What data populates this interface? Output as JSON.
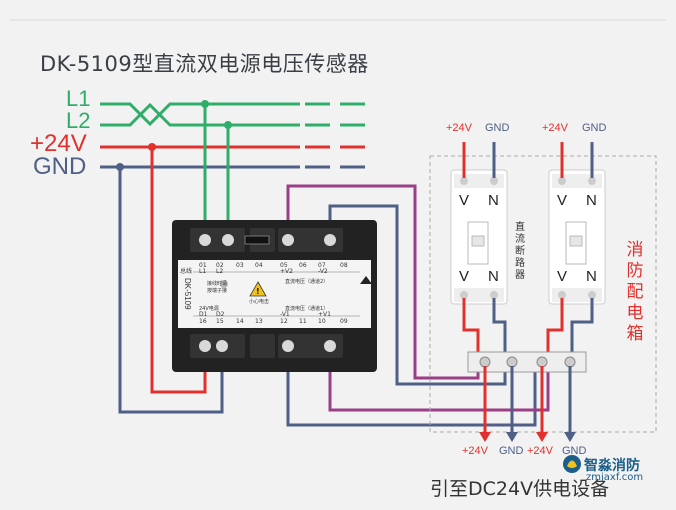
{
  "title": "DK-5109型直流双电源电压传感器",
  "bus_labels": {
    "l1": "L1",
    "l2": "L2",
    "pos24": "+24V",
    "gnd": "GND"
  },
  "breakers": {
    "left": {
      "top_pos": "+24V",
      "top_gnd": "GND",
      "v": "V",
      "n": "N"
    },
    "right": {
      "top_pos": "+24V",
      "top_gnd": "GND",
      "v": "V",
      "n": "N"
    },
    "name": "直流断路器"
  },
  "cabinet_label": "消防配电箱",
  "bottom_terms": {
    "pos1": "+24V",
    "gnd1": "GND",
    "pos2": "+24V",
    "gnd2": "GND"
  },
  "bottom_caption": "引至DC24V供电设备",
  "brand": {
    "name": "智淼消防",
    "url": "zmjaxf.com"
  },
  "module": {
    "model": "DK-5109",
    "top_terms": [
      "01",
      "02",
      "03",
      "04",
      "05",
      "06",
      "07",
      "08"
    ],
    "top_sub": [
      "L1",
      "L2",
      "",
      "",
      "+V2",
      "",
      "-V2",
      ""
    ],
    "bottom_terms": [
      "16",
      "15",
      "14",
      "13",
      "12",
      "11",
      "10",
      "09"
    ],
    "bottom_sub": [
      "D1",
      "D2",
      "",
      "",
      "-V1",
      "",
      "+V1",
      ""
    ],
    "group_label_top": "直流电压（通道2）",
    "group_label_bottom": "直流电压（通道1）",
    "supply_label": "24V电源",
    "warning": "小心电击",
    "note_a": "接线时请",
    "note_b": "按端子接",
    "marker": "总线"
  },
  "colors": {
    "phase": "#2fae6a",
    "pos": "#e0312e",
    "gnd": "#4f5f85",
    "signal": "#9a3f86"
  }
}
